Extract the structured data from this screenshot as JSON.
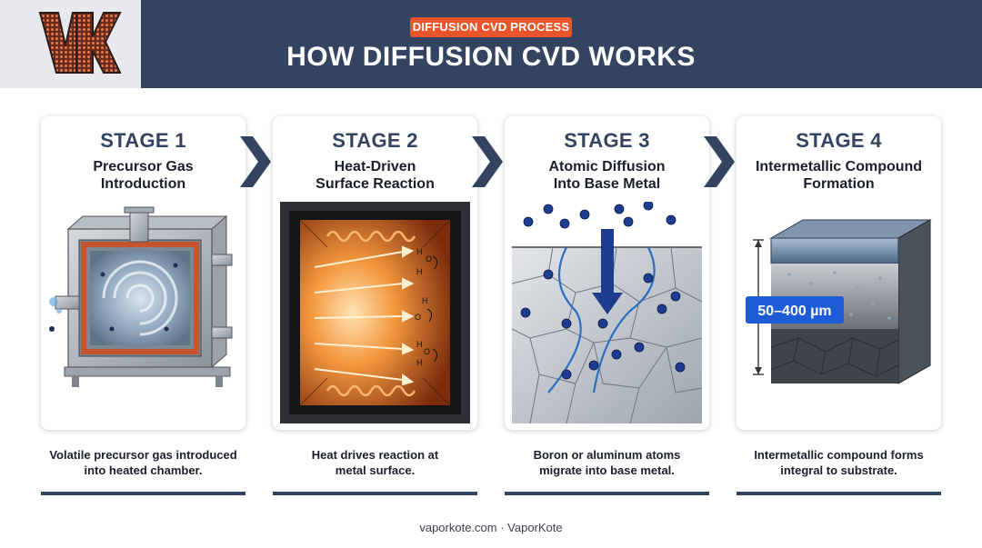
{
  "header": {
    "logo_letters": "VK",
    "badge": "DIFFUSION CVD PROCESS",
    "title": "HOW DIFFUSION CVD WORKS"
  },
  "stages": [
    {
      "number": "STAGE 1",
      "title": "Precursor Gas\nIntroduction",
      "description": "Volatile precursor gas introduced\ninto heated chamber."
    },
    {
      "number": "STAGE 2",
      "title": "Heat-Driven\nSurface Reaction",
      "description": "Heat drives reaction at\nmetal surface."
    },
    {
      "number": "STAGE 3",
      "title": "Atomic Diffusion\nInto Base Metal",
      "description": "Boron or aluminum atoms\nmigrate into base metal."
    },
    {
      "number": "STAGE 4",
      "title": "Intermetallic Compound\nFormation",
      "description": "Intermetallic compound forms\nintegral to substrate."
    }
  ],
  "stage4_measurement": "50–400 µm",
  "footer": "vaporkote.com · VaporKote",
  "colors": {
    "navy": "#34435f",
    "orange": "#e8552a",
    "atom_blue": "#1e3c8f",
    "measure_blue": "#1e5bd6"
  },
  "icons": [
    "vk-logo-icon",
    "chevron-right-icon",
    "chamber-illustration",
    "furnace-illustration",
    "diffusion-illustration",
    "coating-layers-illustration"
  ]
}
